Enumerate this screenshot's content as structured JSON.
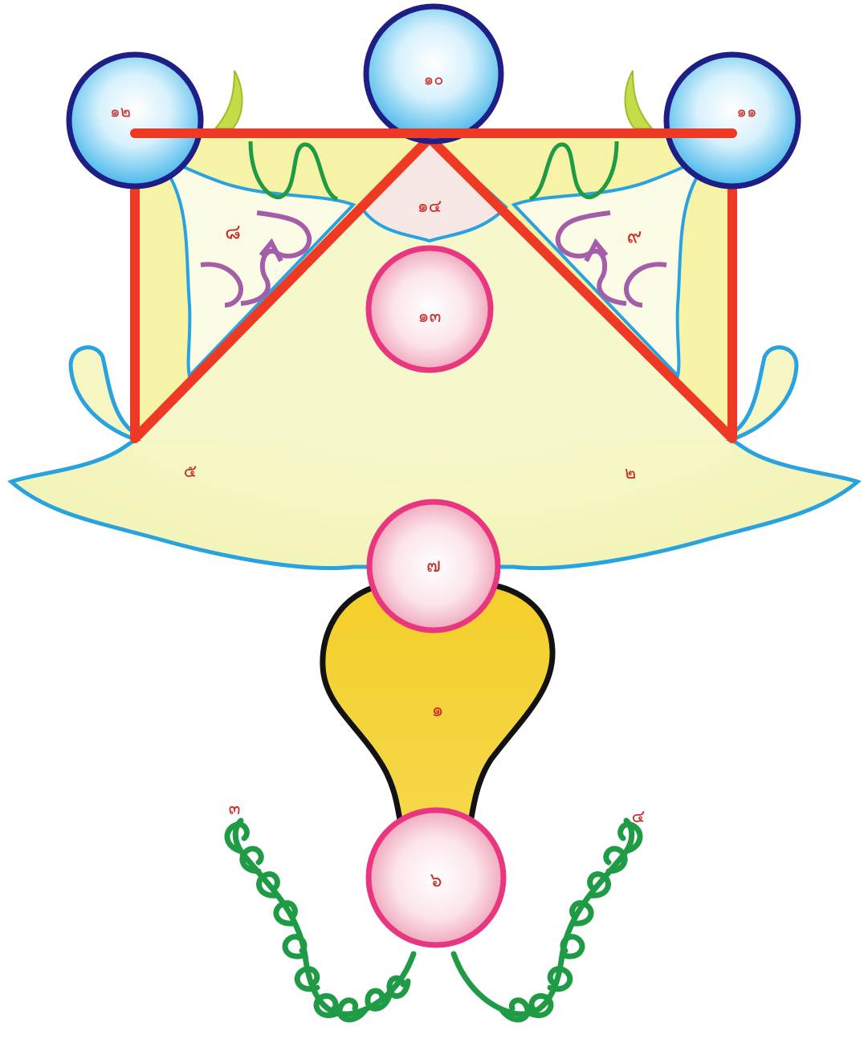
{
  "labels": {
    "n1": "๑",
    "n2": "๒",
    "n3": "๓",
    "n4": "๔",
    "n5": "๕",
    "n6": "๖",
    "n7": "๗",
    "n8": "๘",
    "n9": "๙",
    "n10": "๑๐",
    "n11": "๑๑",
    "n12": "๑๒",
    "n13": "๑๓",
    "n14": "๑๔"
  },
  "colors": {
    "background": "#ffffff",
    "body_fill": "#f7f7c6",
    "outline_blue": "#29a3e0",
    "triangle_red": "#ee3a24",
    "panel_yellow": "#f6f3a6",
    "sphere_blue_rim": "#1d1e86",
    "sphere_pink_rim": "#e8367f",
    "throat_gold": "#f2c21d",
    "wave_green": "#1f9a45",
    "scroll_purple": "#a45ea8",
    "horn_green": "#b9d83b",
    "label_red": "#c8322c"
  }
}
